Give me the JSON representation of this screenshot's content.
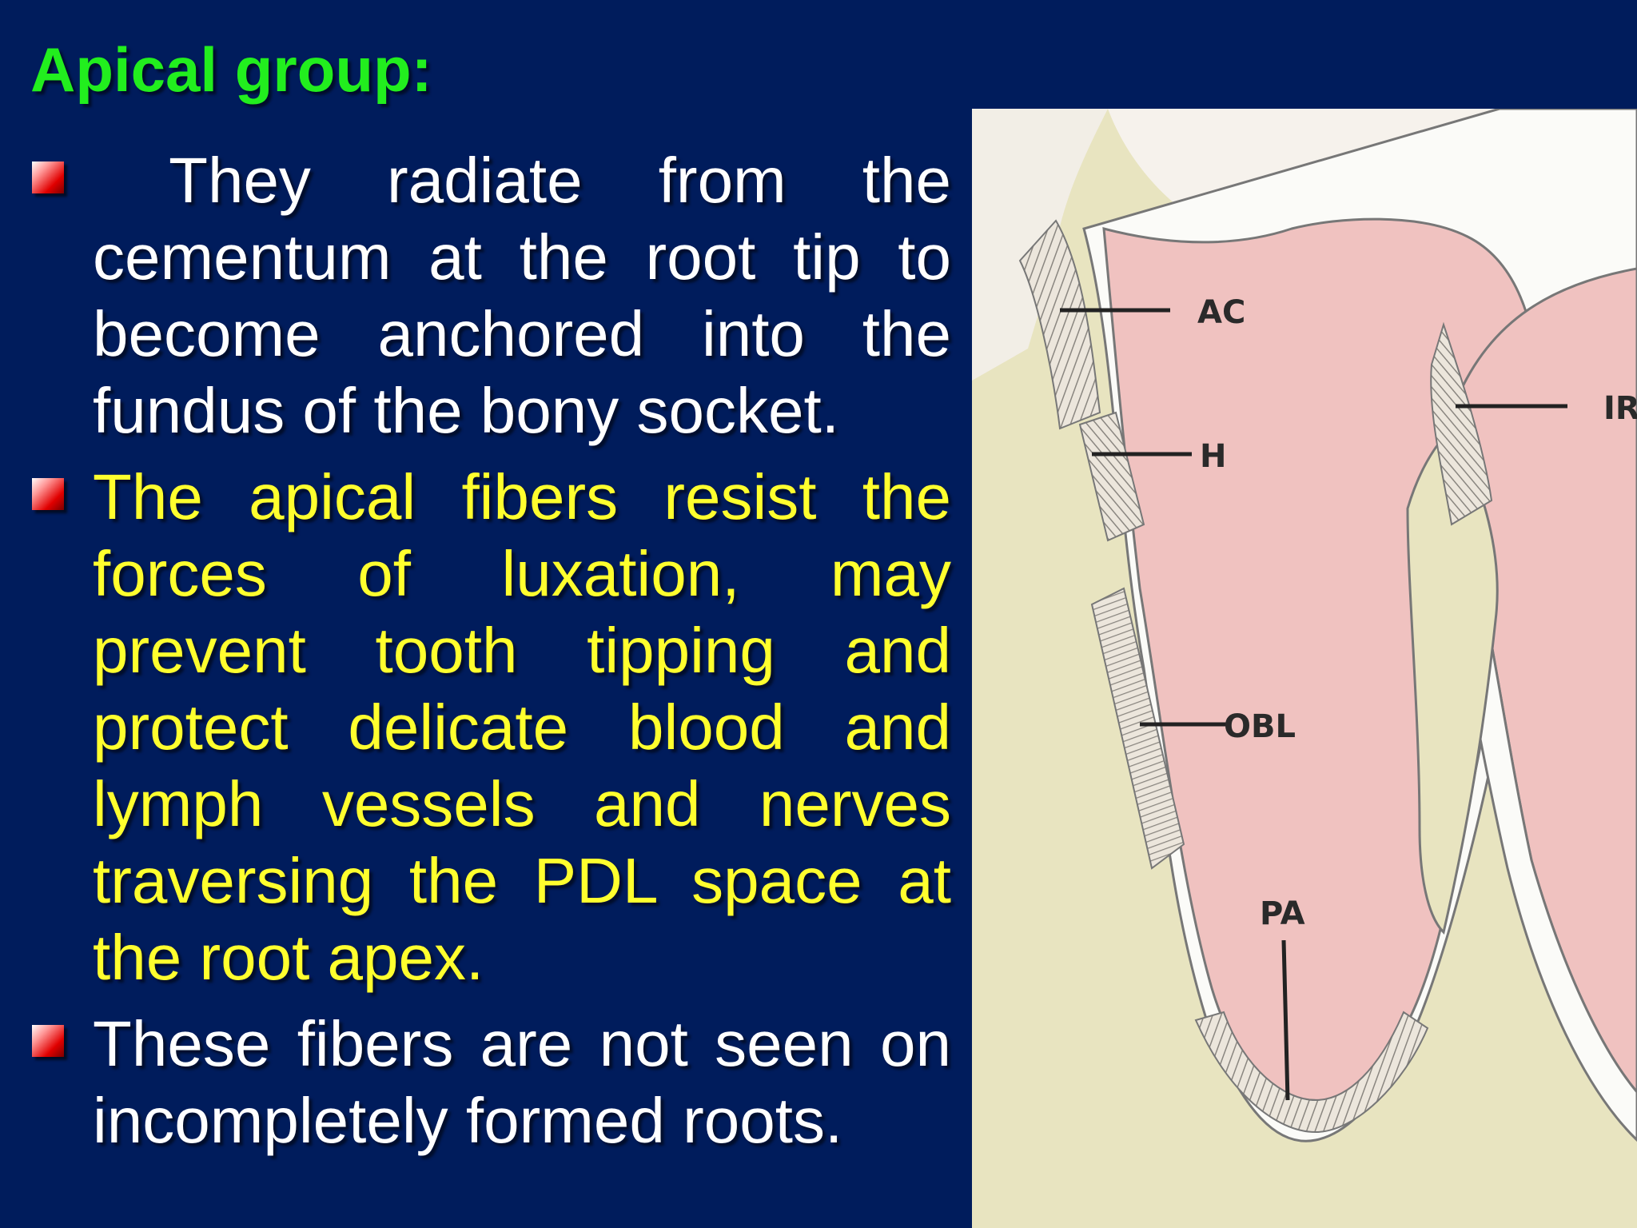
{
  "slide": {
    "title": "Apical group:",
    "bullets": [
      {
        "text": " They radiate from the cementum at the root tip to become anchored into the fundus of the bony socket.",
        "color": "#ffffff"
      },
      {
        "text": "The apical fibers resist the forces of luxation, may prevent tooth tipping and protect delicate blood and lymph vessels and nerves traversing the PDL space at the root apex.",
        "color": "#ffff2e"
      },
      {
        "text": "These fibers are not seen on incompletely formed roots.",
        "color": "#ffffff"
      }
    ],
    "colors": {
      "background": "#001c5c",
      "title": "#22ee1e",
      "bullet_marker": "#e10000"
    }
  },
  "figure": {
    "labels": {
      "ac": "AC",
      "h": "H",
      "obl": "OBL",
      "pa": "PA",
      "ir": "IR"
    }
  }
}
